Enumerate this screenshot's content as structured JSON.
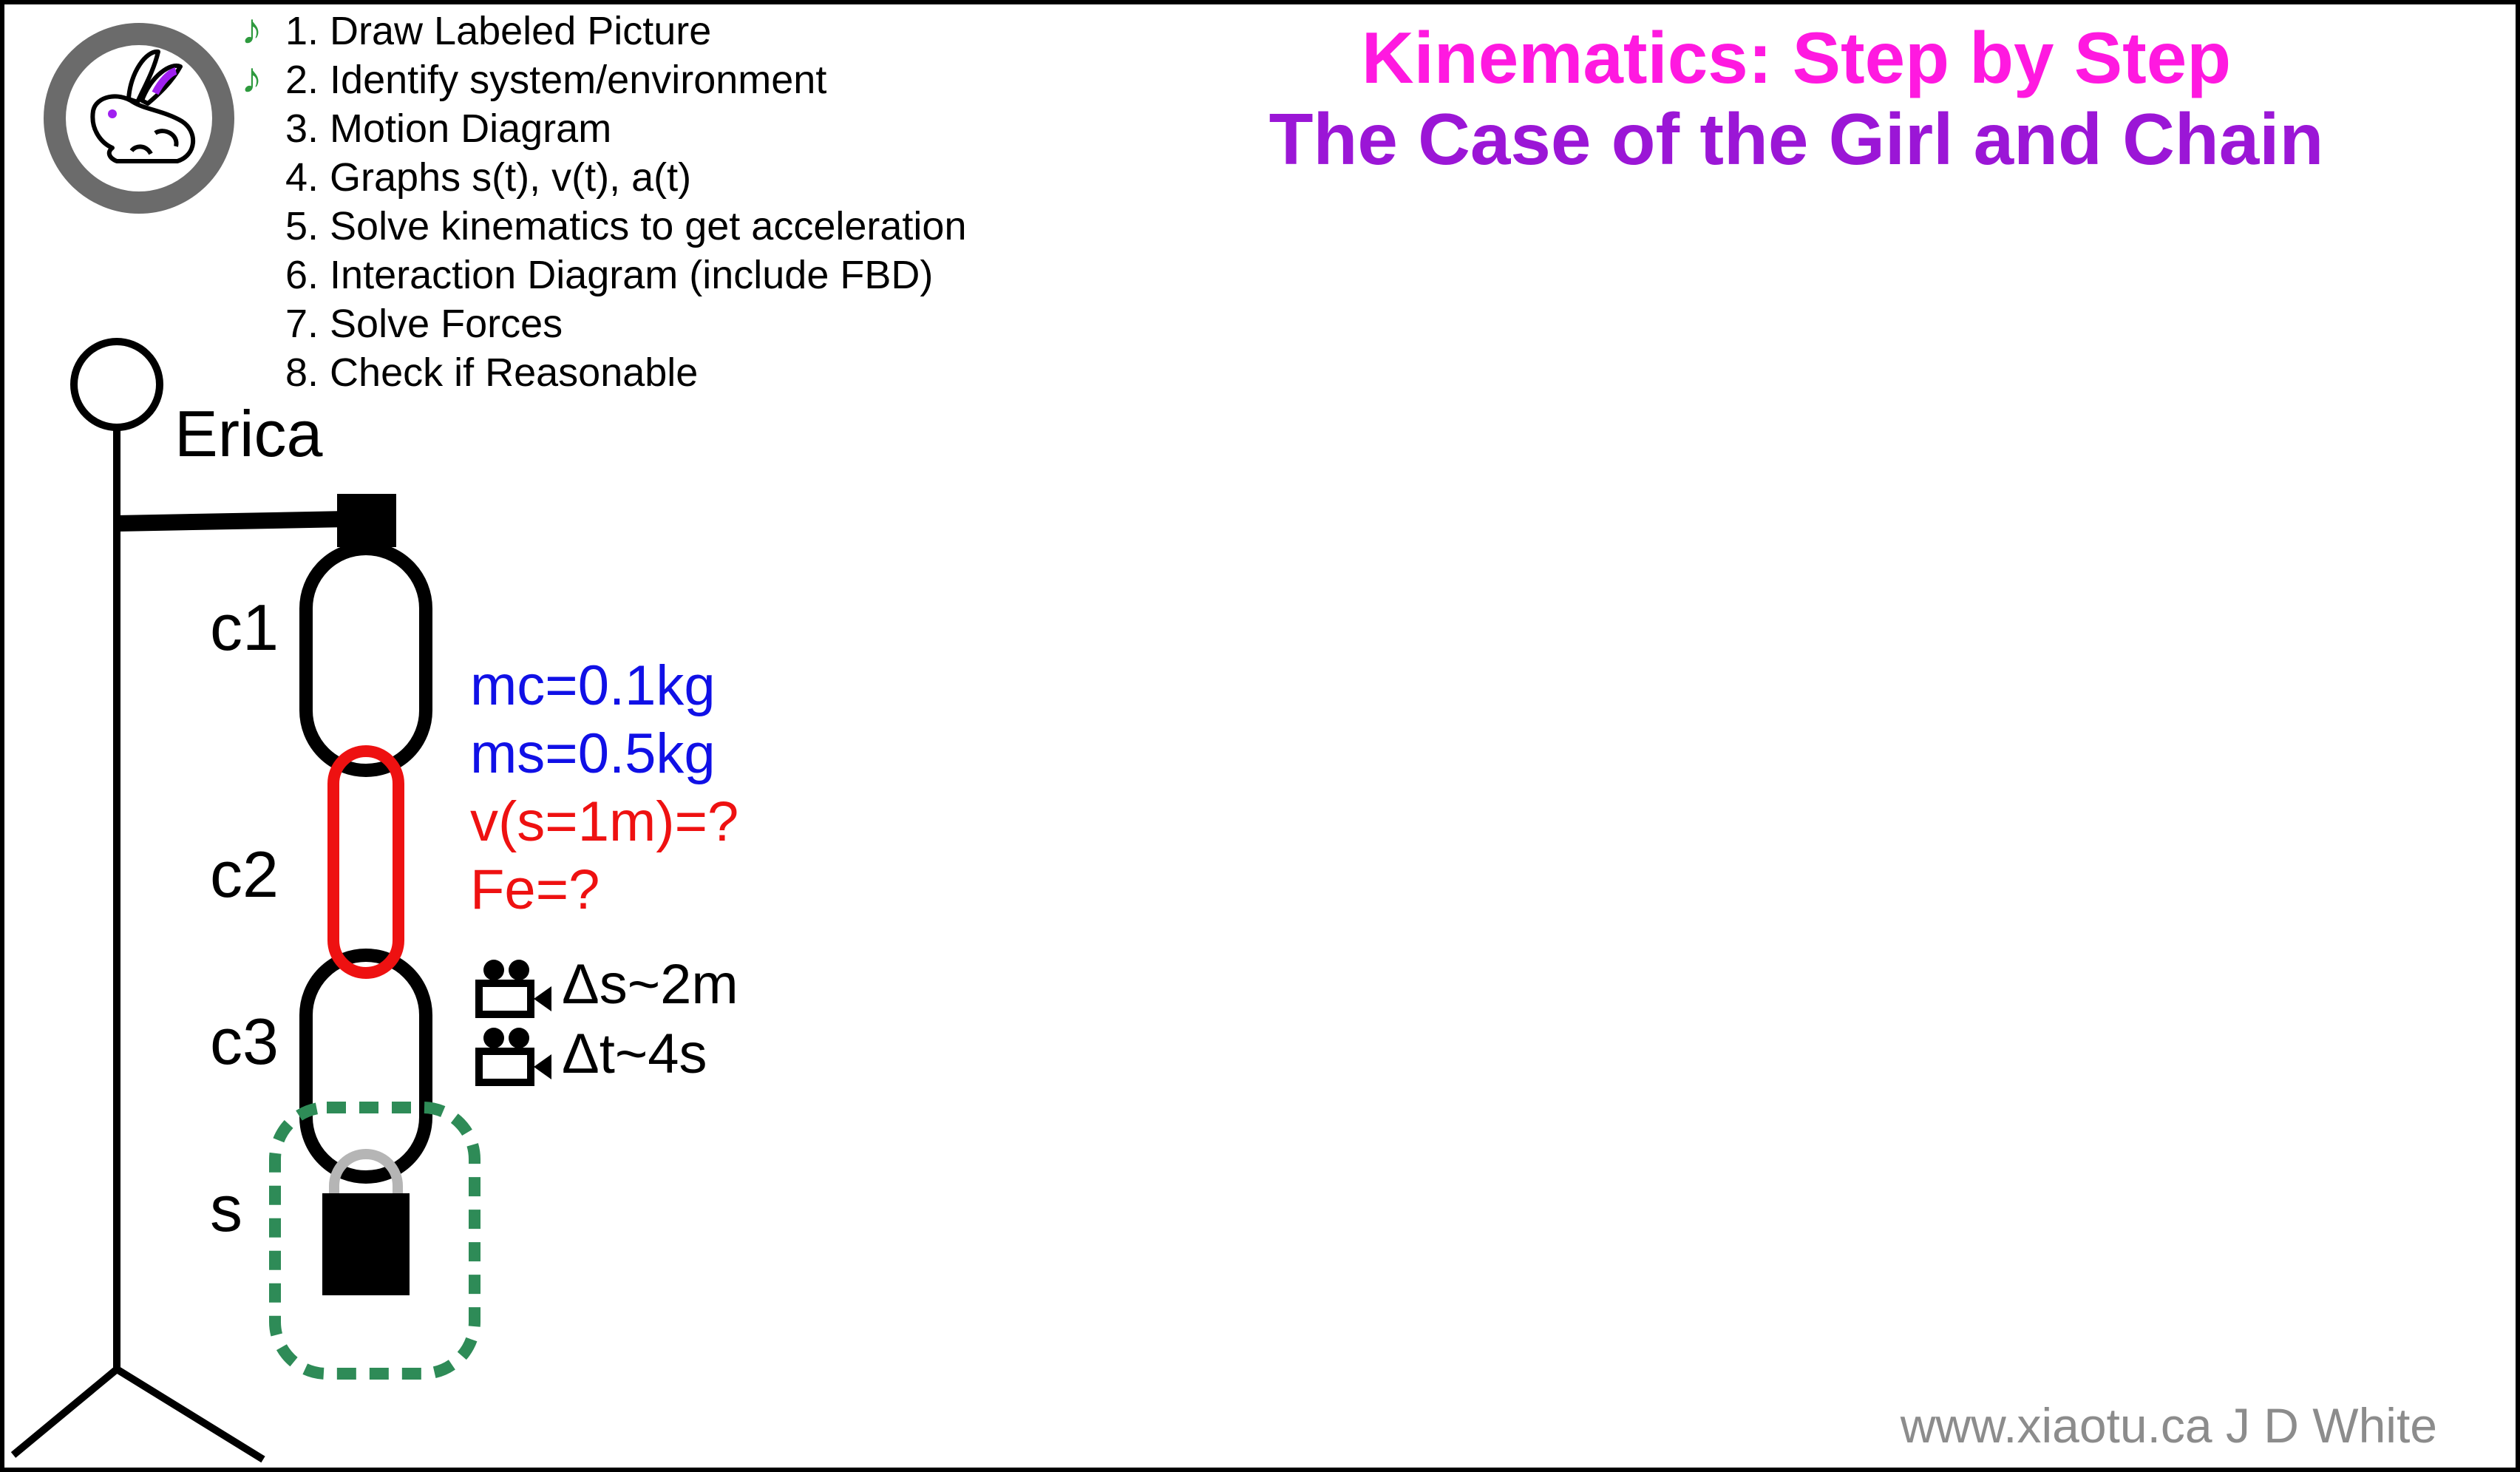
{
  "title": {
    "line1": "Kinematics: Step by Step",
    "line2": "The Case of the Girl and Chain"
  },
  "steps": [
    {
      "label": "1. Draw Labeled Picture",
      "done": true
    },
    {
      "label": "2. Identify system/environment",
      "done": true
    },
    {
      "label": "3. Motion Diagram",
      "done": false
    },
    {
      "label": "4. Graphs s(t), v(t), a(t)",
      "done": false
    },
    {
      "label": "5. Solve kinematics to get acceleration",
      "done": false
    },
    {
      "label": "6. Interaction Diagram (include FBD)",
      "done": false
    },
    {
      "label": "7. Solve Forces",
      "done": false
    },
    {
      "label": "8. Check if Reasonable",
      "done": false
    }
  ],
  "check_icon": "music-note-icon",
  "logo_icon": "rabbit-icon",
  "labels": {
    "person": "Erica",
    "c1": "c1",
    "c2": "c2",
    "c3": "c3",
    "s": "s"
  },
  "givens": {
    "mc": "mc=0.1kg",
    "ms": "ms=0.5kg",
    "v": "v(s=1m)=?",
    "fe": "Fe=?"
  },
  "estimates": {
    "ds": "Δs~2m",
    "dt": "Δt~4s",
    "icon": "video-camera-icon"
  },
  "watermark": "www.xiaotu.ca J D White",
  "colors": {
    "title1": "#ff19e0",
    "title2": "#9b16d6",
    "known": "#1010e6",
    "unknown": "#ee1111",
    "system_outline": "#2e8b57",
    "check": "#2e9a3e",
    "watermark": "#8c8c8c"
  }
}
